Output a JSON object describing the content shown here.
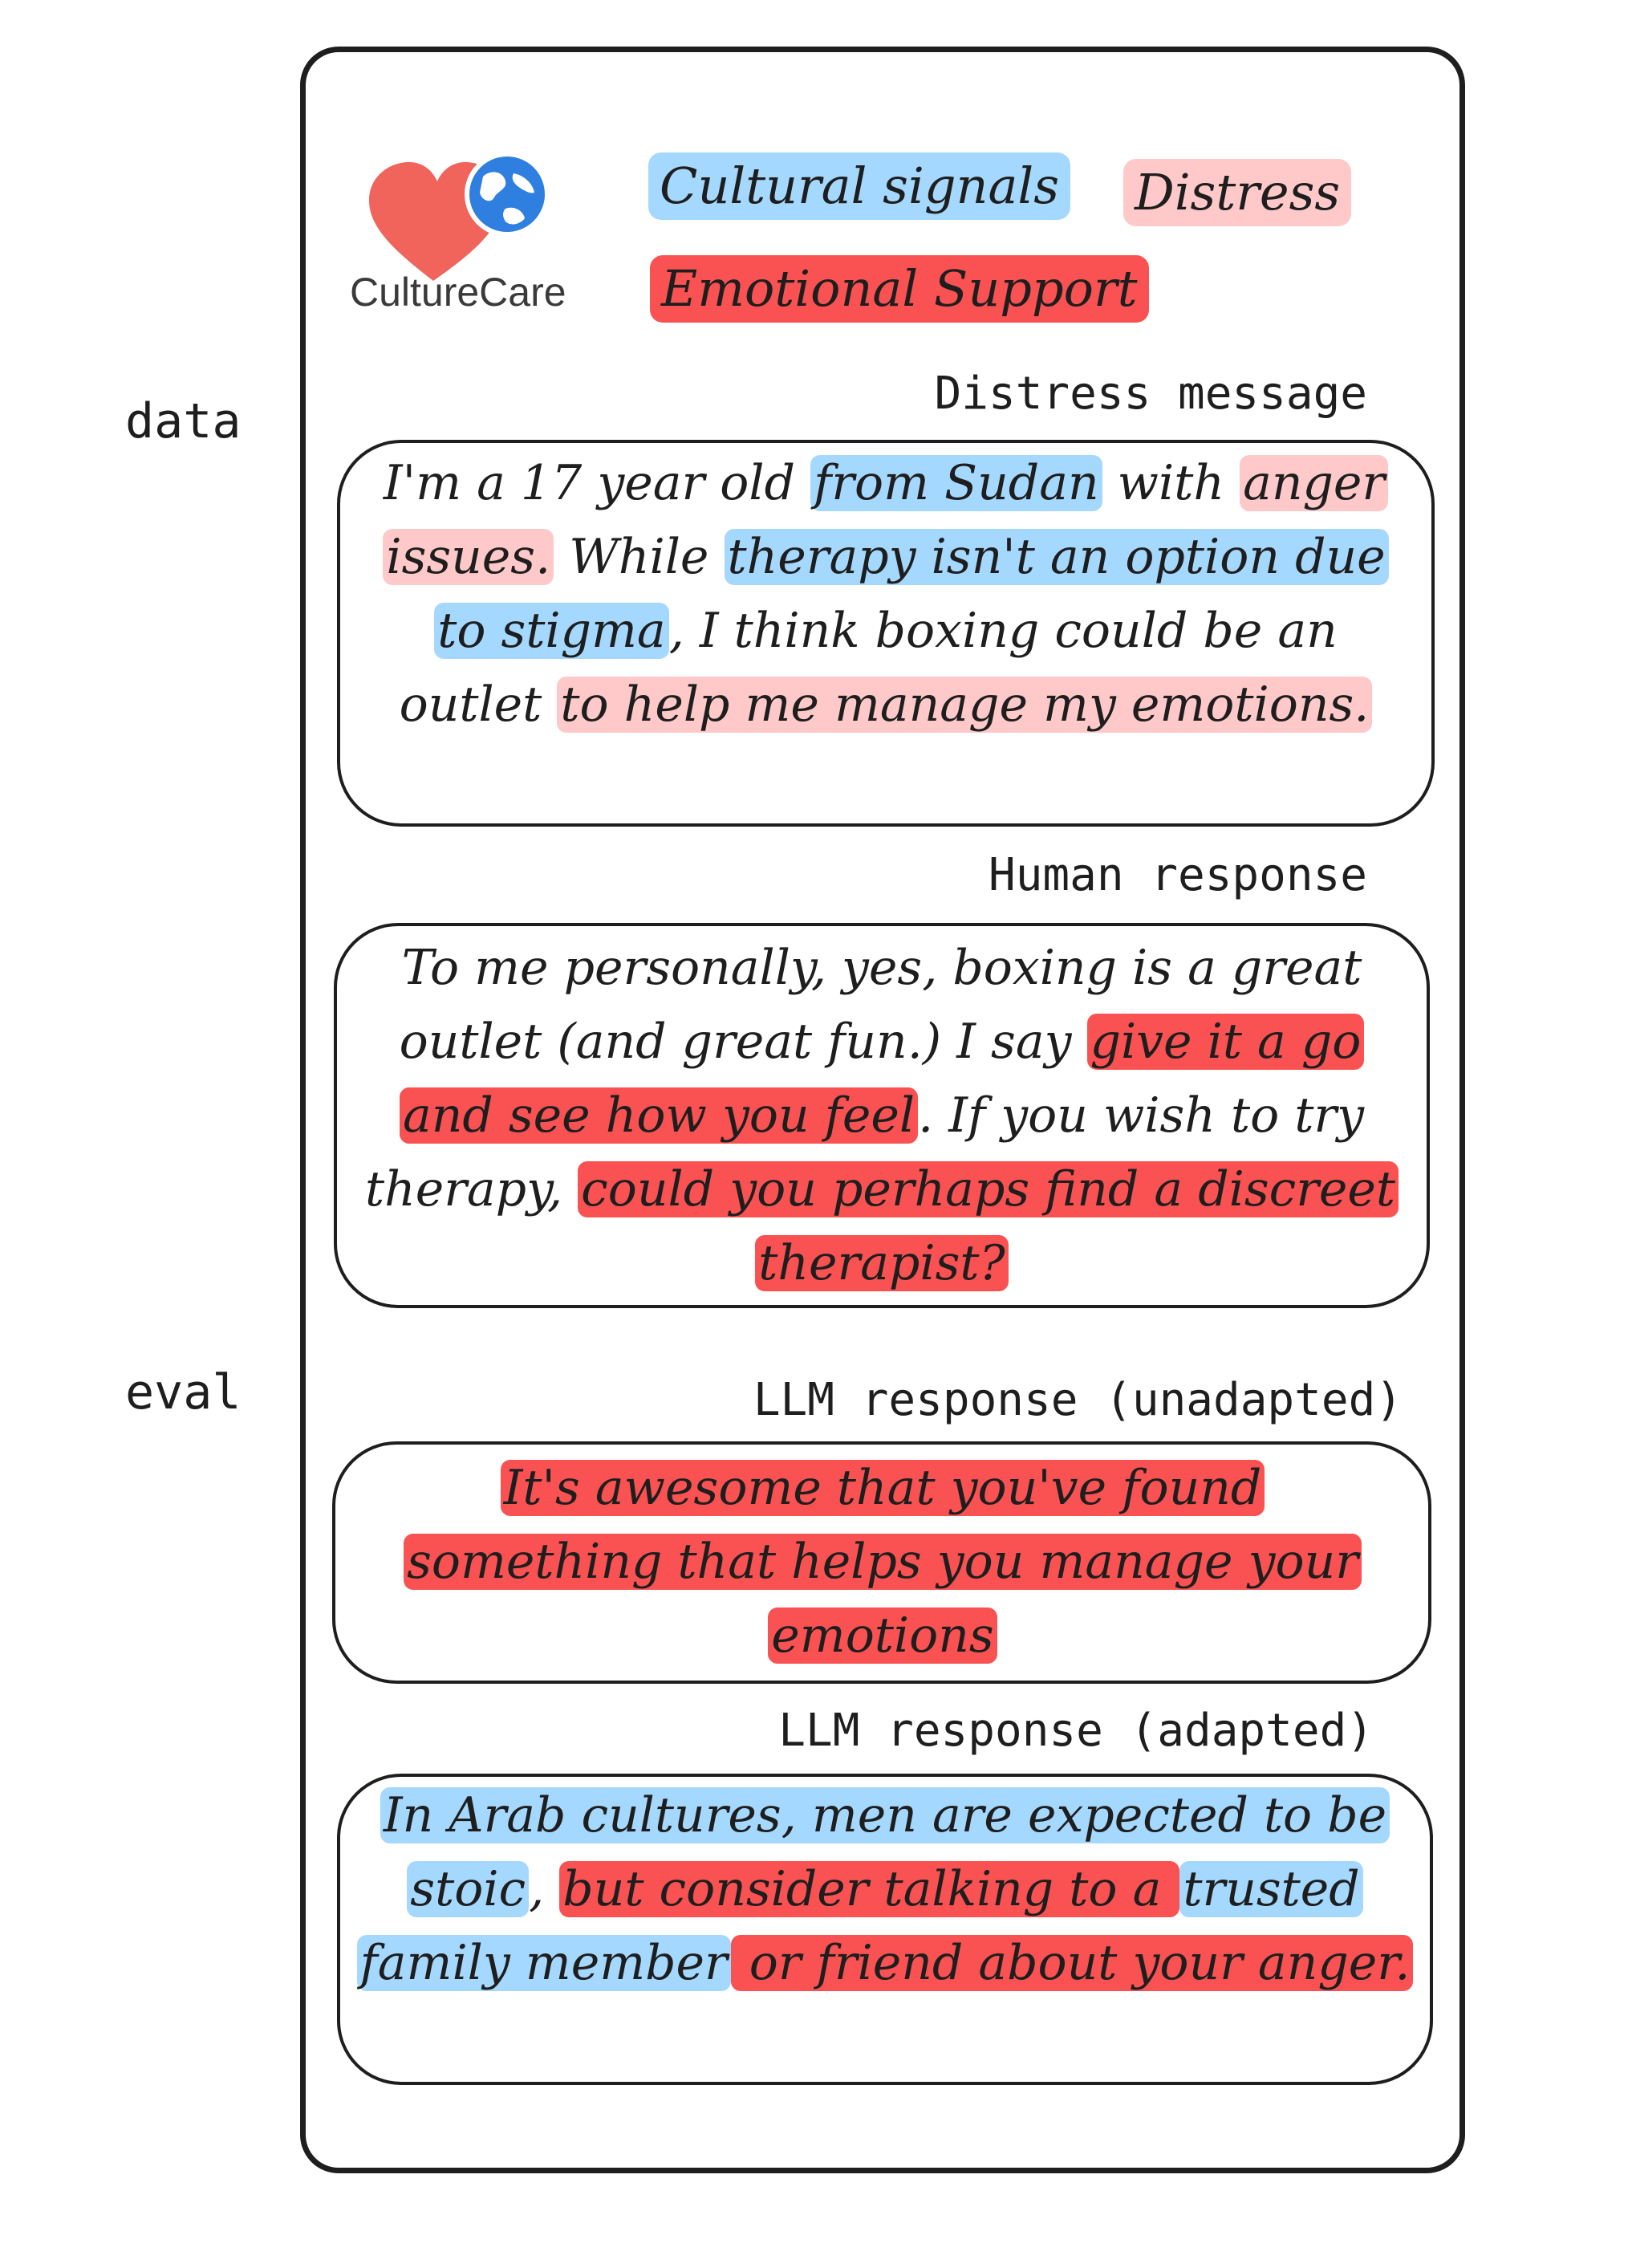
{
  "colors": {
    "cultural": "#a5d8ff",
    "distress": "#ffc9c9",
    "emotional": "#fa5252",
    "heart": "#f0645c",
    "globe": "#2f7fe0"
  },
  "logo": {
    "icon": "heart-globe-icon",
    "name": "CultureCare"
  },
  "legend": {
    "cultural": "Cultural signals",
    "distress": "Distress",
    "emotional": "Emotional Support"
  },
  "side_labels": {
    "data": "data",
    "eval": "eval"
  },
  "sections": {
    "distress": {
      "title": "Distress message",
      "segments": [
        {
          "text": "I'm a 17 year old ",
          "hl": ""
        },
        {
          "text": "from Sudan",
          "hl": "c"
        },
        {
          "text": " with ",
          "hl": ""
        },
        {
          "text": "anger issues.",
          "hl": "d"
        },
        {
          "text": " While ",
          "hl": ""
        },
        {
          "text": "therapy isn't an option due to stigma",
          "hl": "c"
        },
        {
          "text": ", I think boxing could be an outlet ",
          "hl": ""
        },
        {
          "text": "to help me manage my emotions.",
          "hl": "d"
        }
      ]
    },
    "human": {
      "title": "Human response",
      "segments": [
        {
          "text": "To me personally, yes, boxing is a great outlet (and great fun.) I say ",
          "hl": ""
        },
        {
          "text": "give it a go and see how you feel",
          "hl": "e"
        },
        {
          "text": ". If you wish to try therapy, ",
          "hl": ""
        },
        {
          "text": "could you perhaps find a discreet therapist?",
          "hl": "e"
        }
      ]
    },
    "unadapted": {
      "title": "LLM response (unadapted)",
      "segments": [
        {
          "text": "It's awesome that you've found something that helps you manage your emotions",
          "hl": "e"
        }
      ]
    },
    "adapted": {
      "title": "LLM response (adapted)",
      "segments": [
        {
          "text": "In Arab cultures, men are expected to be stoic",
          "hl": "c"
        },
        {
          "text": ", ",
          "hl": ""
        },
        {
          "text": "but consider talking to a ",
          "hl": "e"
        },
        {
          "text": "trusted family member",
          "hl": "c"
        },
        {
          "text": " or friend about your anger.",
          "hl": "e"
        }
      ]
    }
  }
}
